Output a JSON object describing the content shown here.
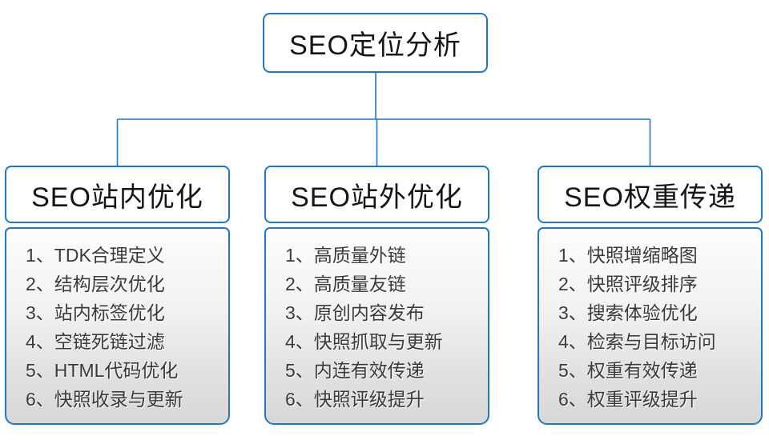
{
  "root": {
    "title": "SEO定位分析"
  },
  "columns": [
    {
      "header": "SEO站内优化",
      "items": [
        "1、TDK合理定义",
        "2、结构层次优化",
        "3、站内标签优化",
        "4、空链死链过滤",
        "5、HTML代码优化",
        "6、快照收录与更新"
      ]
    },
    {
      "header": "SEO站外优化",
      "items": [
        "1、高质量外链",
        "2、高质量友链",
        "3、原创内容发布",
        "4、快照抓取与更新",
        "5、内连有效传递",
        "6、快照评级提升"
      ]
    },
    {
      "header": "SEO权重传递",
      "items": [
        "1、快照增缩略图",
        "2、快照评级排序",
        "3、搜索体验优化",
        "4、检索与目标访问",
        "5、权重有效传递",
        "6、权重评级提升"
      ]
    }
  ],
  "colors": {
    "accent": "#2277c0",
    "box_background": "#ffffff",
    "body_gradient_top": "#fdfdfd",
    "body_gradient_bottom": "#d7d7d7",
    "title_text": "#151515",
    "list_text": "#3a3a3a"
  }
}
